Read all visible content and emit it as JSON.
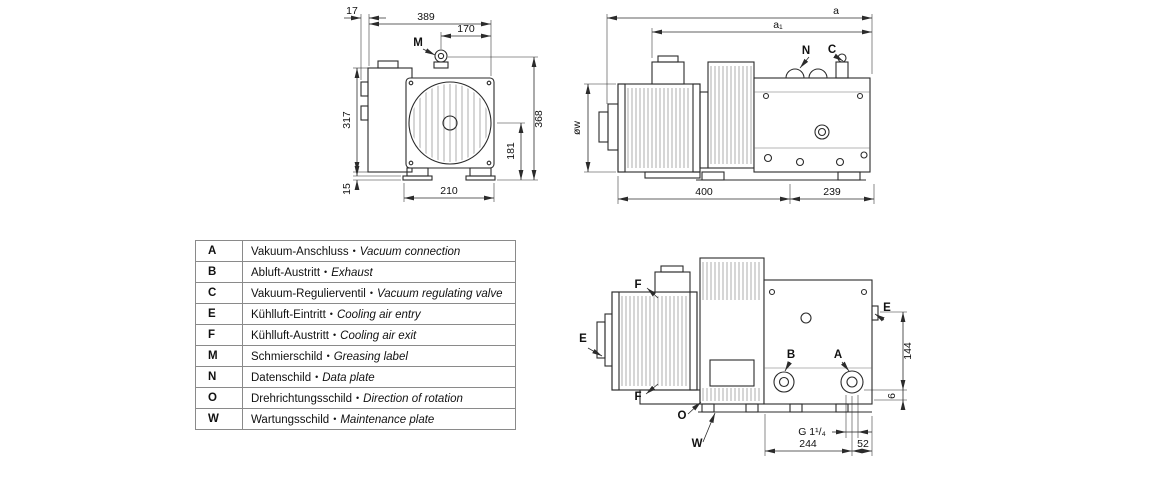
{
  "colors": {
    "ink": "#2b2b2b",
    "background": "#ffffff"
  },
  "legend": {
    "separator": "•",
    "rows": [
      {
        "key": "A",
        "de": "Vakuum-Anschluss",
        "en": "Vacuum connection"
      },
      {
        "key": "B",
        "de": "Abluft-Austritt",
        "en": "Exhaust"
      },
      {
        "key": "C",
        "de": "Vakuum-Regulierventil",
        "en": "Vacuum regulating valve"
      },
      {
        "key": "E",
        "de": "Kühlluft-Eintritt",
        "en": "Cooling air entry"
      },
      {
        "key": "F",
        "de": "Kühlluft-Austritt",
        "en": "Cooling air exit"
      },
      {
        "key": "M",
        "de": "Schmierschild",
        "en": "Greasing label"
      },
      {
        "key": "N",
        "de": "Datenschild",
        "en": "Data plate"
      },
      {
        "key": "O",
        "de": "Drehrichtungsschild",
        "en": "Direction of rotation"
      },
      {
        "key": "W",
        "de": "Wartungsschild",
        "en": "Maintenance plate"
      }
    ]
  },
  "front_view": {
    "dim_flange": "17",
    "dim_width": "389",
    "dim_right": "170",
    "dim_body_height": "317",
    "dim_total_height": "368",
    "dim_axis_height": "181",
    "dim_foot": "15",
    "dim_foot_span": "210",
    "label_m": "M"
  },
  "side_view": {
    "dim_a": "a",
    "dim_a1": "a₁",
    "dim_motor_dia": "øw",
    "dim_pump_length": "400",
    "dim_head_length": "239",
    "label_n": "N",
    "label_c": "C"
  },
  "rear_view": {
    "label_f_top": "F",
    "label_e_left": "E",
    "label_f_bottom": "F",
    "label_e_right": "E",
    "label_b": "B",
    "label_a": "A",
    "label_o": "O",
    "label_w": "W",
    "dim_port_height": "144",
    "dim_offset": "6",
    "dim_thread": "G 1¹/₄",
    "dim_port_span": "244",
    "dim_edge": "52"
  }
}
